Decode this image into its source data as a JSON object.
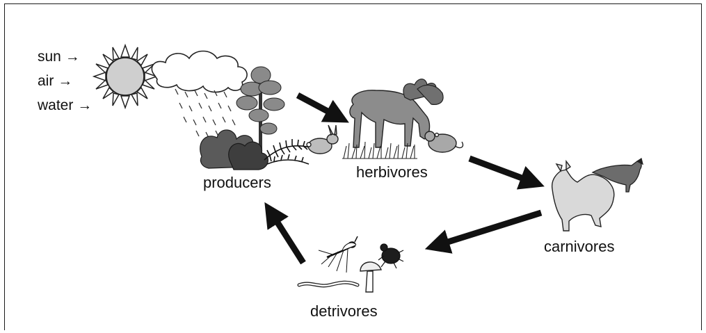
{
  "inputs": [
    {
      "label": "sun",
      "arrow": "→"
    },
    {
      "label": "air",
      "arrow": "→"
    },
    {
      "label": "water",
      "arrow": "→"
    }
  ],
  "nodes": {
    "producers": "producers",
    "herbivores": "herbivores",
    "carnivores": "carnivores",
    "detrivores": "detrivores"
  },
  "colors": {
    "ink": "#111111",
    "arrow": "#111111",
    "sun_fill": "#cfcfcf",
    "animal_fill": "#9a9a9a",
    "plant_fill": "#5a5a5a"
  },
  "icons": [
    "sun-icon",
    "cloud-icon",
    "rain-icon",
    "tree-icon",
    "shrub-icon",
    "fern-icon",
    "rabbit-icon",
    "moose-icon",
    "grass-icon",
    "mouse-icon",
    "wolf-icon",
    "bird-icon",
    "mosquito-icon",
    "beetle-icon",
    "mushroom-icon",
    "worm-icon"
  ]
}
